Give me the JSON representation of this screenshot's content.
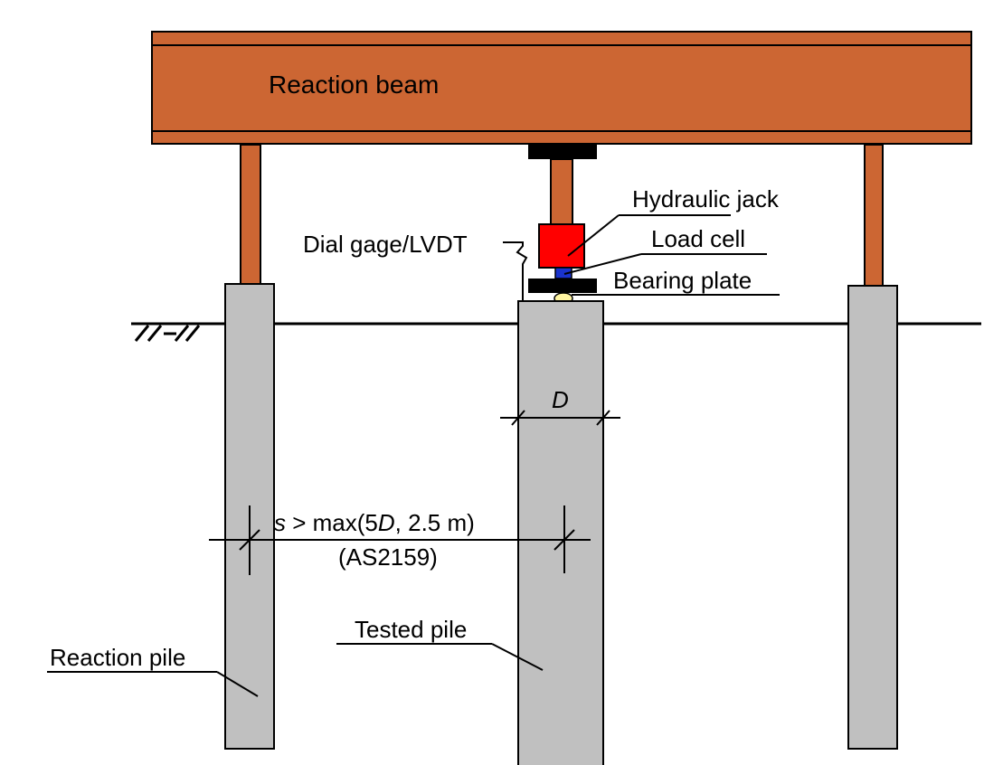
{
  "colors": {
    "beam": "#cc6633",
    "pile": "#c0c0c0",
    "jack": "#ff0000",
    "load_cell": "#1a33cc",
    "plate": "#000000",
    "dial": "#fff5a0",
    "line": "#000000"
  },
  "labels": {
    "reaction_beam": "Reaction beam",
    "hydraulic_jack": "Hydraulic jack",
    "load_cell": "Load cell",
    "bearing_plate": "Bearing plate",
    "dial_gage": "Dial gage/LVDT",
    "diameter": "D",
    "spacing_prefix": "s",
    "spacing_mid": " > max(5",
    "spacing_d": "D",
    "spacing_suffix": ", 2.5 m)",
    "standard": "(AS2159)",
    "tested_pile": "Tested pile",
    "reaction_pile": "Reaction pile"
  }
}
